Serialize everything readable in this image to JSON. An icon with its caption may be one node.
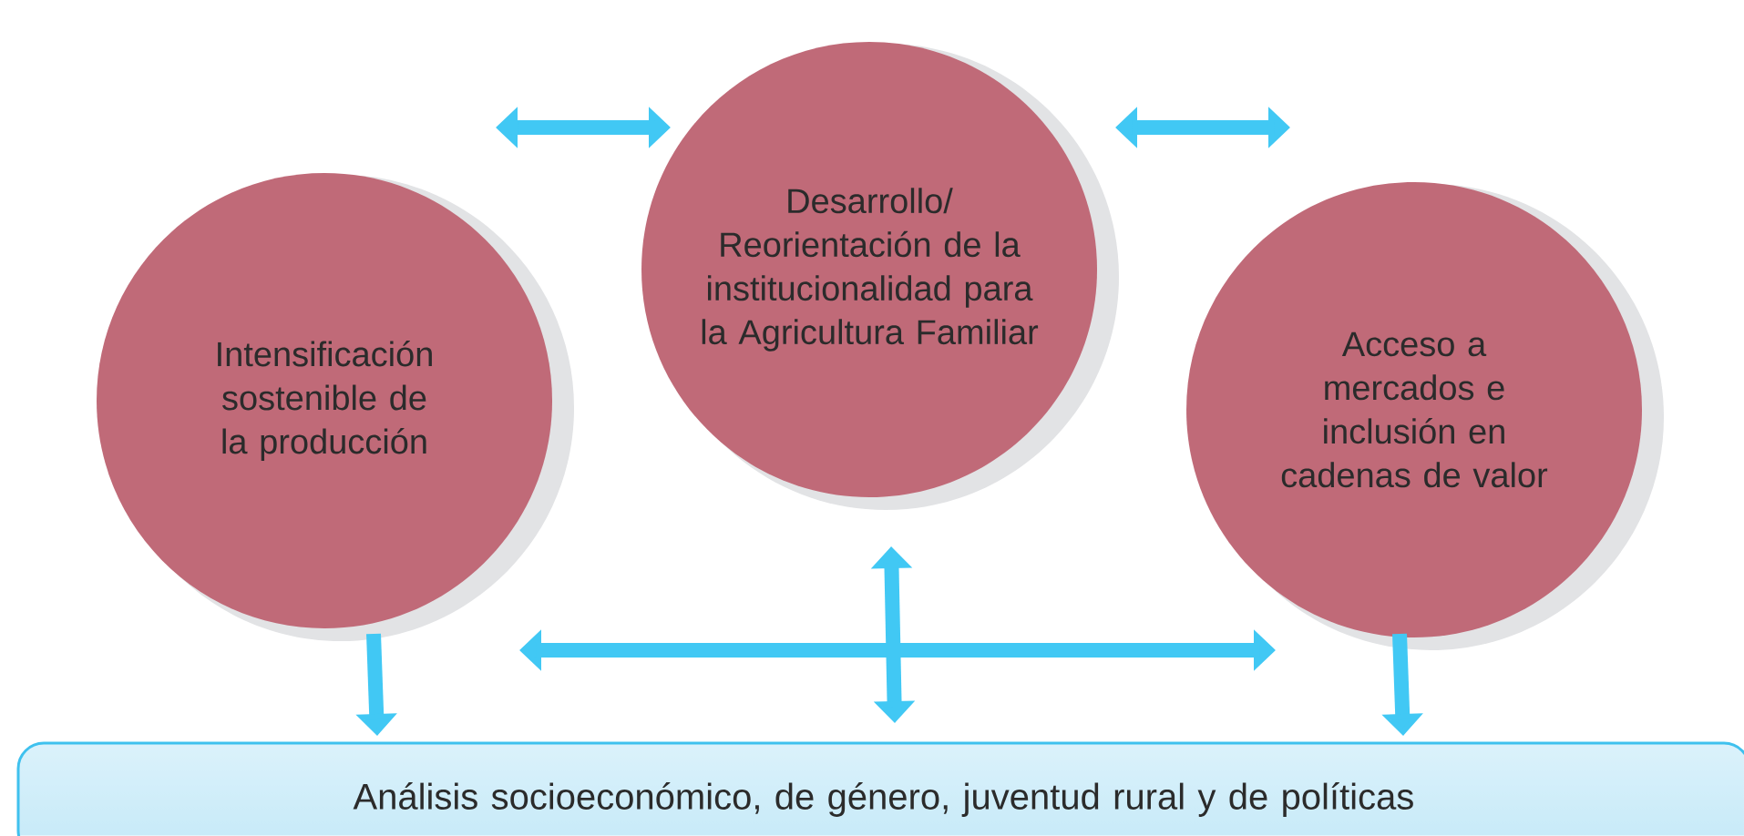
{
  "diagram": {
    "nodes": [
      {
        "text": [
          "Intensificación sostenible de la producción"
        ]
      },
      {
        "text": [
          "Desarrollo/ Reorientación de la institucionalidad para la Agricultura Familiar"
        ]
      },
      {
        "text": [
          "Acceso a mercados e inclusión en cadenas de valor"
        ]
      },
      {
        "text": [
          "Análisis socioeconómico, de género, juventud rural y de políticas"
        ]
      }
    ],
    "edges": [
      {
        "from": 0,
        "to": 1,
        "arrow": "both"
      },
      {
        "from": 1,
        "to": 2,
        "arrow": "both"
      },
      {
        "from": 0,
        "to": 2,
        "arrow": "both"
      },
      {
        "from": 1,
        "to": 3,
        "arrow": "both"
      },
      {
        "from": 0,
        "to": 3,
        "arrow": "to"
      },
      {
        "from": 2,
        "to": 3,
        "arrow": "to"
      }
    ]
  }
}
